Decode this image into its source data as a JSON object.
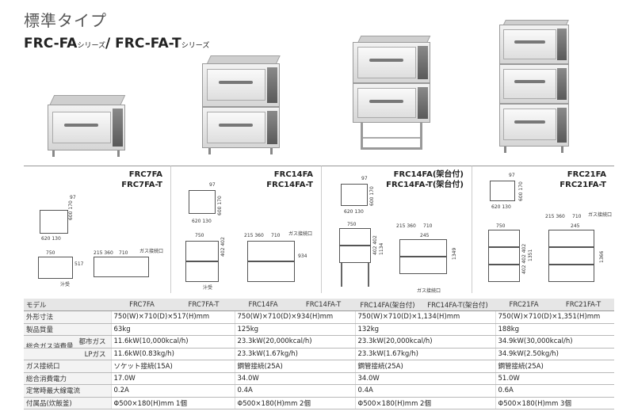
{
  "header": {
    "type_label": "標準タイプ",
    "series_a": "FRC-FA",
    "series_suffix_a": "シリーズ",
    "separator": "/",
    "series_b": "FRC-FA-T",
    "series_suffix_b": "シリーズ"
  },
  "diagrams": [
    {
      "model": "FRC7FA",
      "model_t": "FRC7FA-T",
      "dims": {
        "top_w": "97",
        "top_h": "600 170",
        "side": "620 130",
        "front_w": "750",
        "front_h": "517",
        "plan_a": "215 360",
        "plan_b": "710",
        "gas": "ガス接続口",
        "tap": "汁受"
      }
    },
    {
      "model": "FRC14FA",
      "model_t": "FRC14FA-T",
      "dims": {
        "top_w": "97",
        "top_h": "600 170",
        "side": "620 130",
        "front_w": "750",
        "front_h": "402 402",
        "plan_a": "215 360",
        "plan_b": "710",
        "gas": "ガス接続口",
        "tap": "汁受",
        "total_h": "934"
      }
    },
    {
      "model": "FRC14FA(架台付)",
      "model_t": "FRC14FA-T(架台付)",
      "dims": {
        "top_w": "97",
        "top_h": "600 170",
        "side": "620 130",
        "front_w": "750",
        "front_h": "402 402",
        "plan_a": "215 360",
        "plan_b": "710",
        "gas": "ガス接続口",
        "tap": "245",
        "total_h": "1134",
        "total_h2": "1349"
      }
    },
    {
      "model": "FRC21FA",
      "model_t": "FRC21FA-T",
      "dims": {
        "top_w": "97",
        "top_h": "600 170",
        "side": "620 130",
        "front_w": "750",
        "front_h": "402 402 402",
        "plan_a": "215 360",
        "plan_b": "710",
        "gas": "ガス接続口",
        "tap": "245",
        "total_h": "1351",
        "total_h2": "1366"
      }
    }
  ],
  "spec_table": {
    "header": [
      "モデル",
      "FRC7FA",
      "FRC7FA-T",
      "FRC14FA",
      "FRC14FA-T",
      "FRC14FA(架台付)",
      "FRC14FA-T(架台付)",
      "FRC21FA",
      "FRC21FA-T"
    ],
    "rows": {
      "size": {
        "label": "外形寸法",
        "v1": "750(W)×710(D)×517(H)mm",
        "v2": "750(W)×710(D)×934(H)mm",
        "v3": "750(W)×710(D)×1,134(H)mm",
        "v4": "750(W)×710(D)×1,351(H)mm"
      },
      "weight": {
        "label": "製品質量",
        "v1": "63kg",
        "v2": "125kg",
        "v3": "132kg",
        "v4": "188kg"
      },
      "gas_city": {
        "label": "総合ガス消費量",
        "sub": "都市ガス",
        "v1": "11.6kW(10,000kcal/h)",
        "v2": "23.3kW(20,000kcal/h)",
        "v3": "23.3kW(20,000kcal/h)",
        "v4": "34.9kW(30,000kcal/h)"
      },
      "gas_lp": {
        "sub": "LPガス",
        "v1": "11.6kW(0.83kg/h)",
        "v2": "23.3kW(1.67kg/h)",
        "v3": "23.3kW(1.67kg/h)",
        "v4": "34.9kW(2.50kg/h)"
      },
      "gas_conn": {
        "label": "ガス接続口",
        "v1": "ソケット接続(15A)",
        "v2": "鋼管接続(25A)",
        "v3": "鋼管接続(25A)",
        "v4": "鋼管接続(25A)"
      },
      "power": {
        "label": "総合消費電力",
        "v1": "17.0W",
        "v2": "34.0W",
        "v3": "34.0W",
        "v4": "51.0W"
      },
      "current": {
        "label": "定常時最大線電流",
        "v1": "0.2A",
        "v2": "0.4A",
        "v3": "0.4A",
        "v4": "0.6A"
      },
      "accessory": {
        "label": "付属品(炊飯釜)",
        "v1": "Φ500×180(H)mm 1個",
        "v2": "Φ500×180(H)mm 2個",
        "v3": "Φ500×180(H)mm 2個",
        "v4": "Φ500×180(H)mm 3個"
      }
    }
  }
}
